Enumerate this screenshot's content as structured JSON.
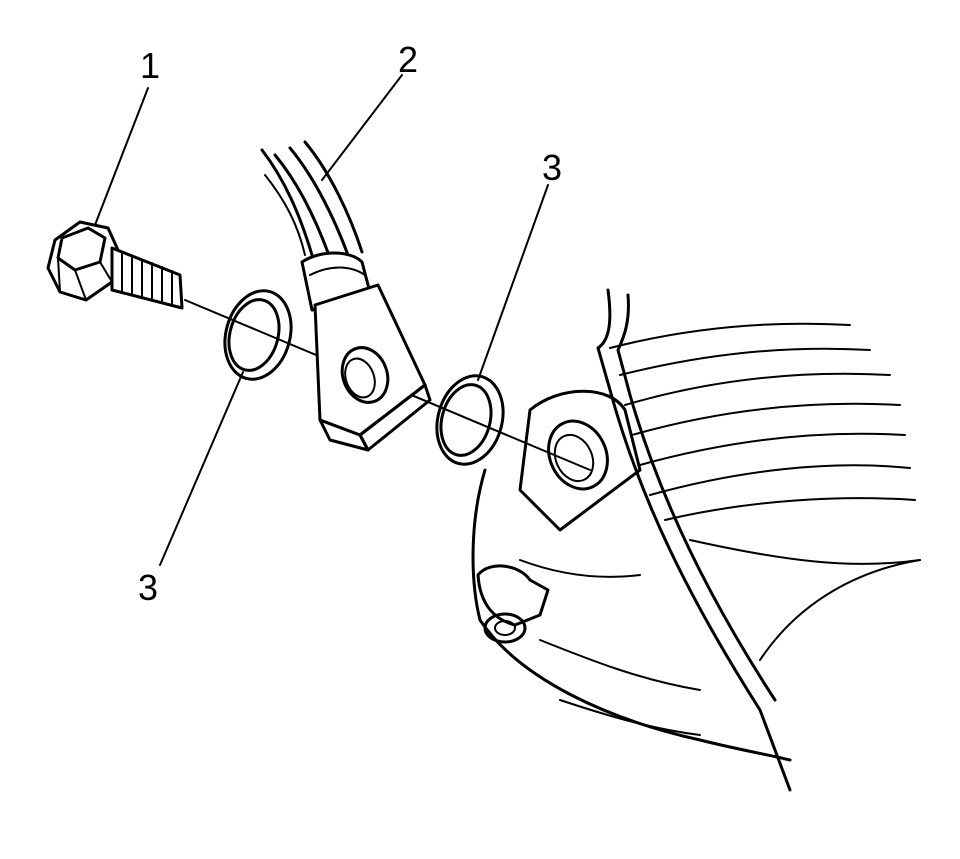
{
  "callouts": {
    "bolt": "1",
    "sensor_harness": "2",
    "washer_upper": "3",
    "washer_lower": "3"
  },
  "colors": {
    "ink": "#000000",
    "paper": "#ffffff"
  }
}
